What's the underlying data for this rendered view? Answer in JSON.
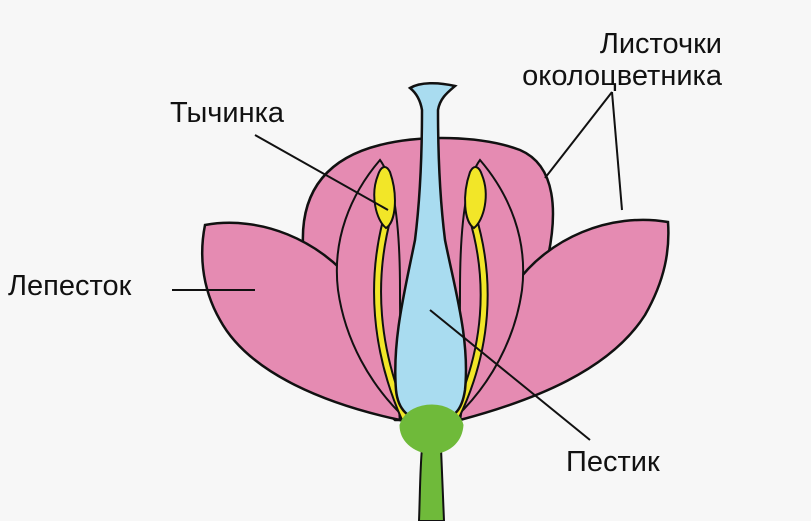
{
  "diagram": {
    "labels": {
      "perianth_line1": "Листочки",
      "perianth_line2": "околоцветника",
      "stamen": "Тычинка",
      "petal": "Лепесток",
      "pistil": "Пестик"
    },
    "colors": {
      "petal": "#e58bb2",
      "pistil": "#a9dcf0",
      "stamen": "#f2e628",
      "receptacle": "#6fba3a",
      "outline": "#111111",
      "background": "#f7f7f7"
    }
  }
}
